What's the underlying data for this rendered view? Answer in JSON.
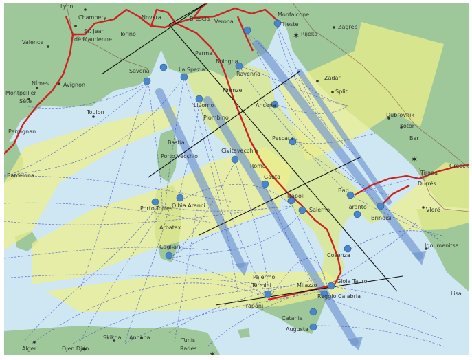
{
  "map": {
    "colors": {
      "sea": "#cfe6f3",
      "land": "#9fc89a",
      "italy_land": "#d8e8a0",
      "yellow_overlay": "#eef08a",
      "route_lines": "#3a46c8",
      "corridor_arrows": "#6f95cf",
      "border_red": "#cc2222",
      "port_marker": "#4a86c8",
      "axis_lines": "#111111"
    },
    "labels": [
      {
        "id": "lyon",
        "text": "Lyon"
      },
      {
        "id": "chambery",
        "text": "Chambery"
      },
      {
        "id": "st-jean",
        "text": "St. Jean"
      },
      {
        "id": "de-maurienne",
        "text": "de Maurienne"
      },
      {
        "id": "valence",
        "text": "Valence"
      },
      {
        "id": "novara",
        "text": "Novara"
      },
      {
        "id": "brescia",
        "text": "Brescia"
      },
      {
        "id": "verona",
        "text": "Verona"
      },
      {
        "id": "monfalcone",
        "text": "Monfalcone"
      },
      {
        "id": "trieste",
        "text": "Trieste"
      },
      {
        "id": "rijeka",
        "text": "Rijeka"
      },
      {
        "id": "zagreb",
        "text": "Zagreb"
      },
      {
        "id": "torino",
        "text": "Torino"
      },
      {
        "id": "parma",
        "text": "Parma"
      },
      {
        "id": "bologna",
        "text": "Bologna"
      },
      {
        "id": "ravenna",
        "text": "Ravenna"
      },
      {
        "id": "savona",
        "text": "Savona"
      },
      {
        "id": "la-spezia",
        "text": "La Spezia"
      },
      {
        "id": "avignon",
        "text": "Avignon"
      },
      {
        "id": "nimes",
        "text": "Nîmes"
      },
      {
        "id": "montpellier",
        "text": "Montpellier"
      },
      {
        "id": "sete",
        "text": "Sète"
      },
      {
        "id": "toulon",
        "text": "Toulon"
      },
      {
        "id": "livorno",
        "text": "Livorno"
      },
      {
        "id": "firenze",
        "text": "Firenze"
      },
      {
        "id": "ancona",
        "text": "Ancona"
      },
      {
        "id": "piombino",
        "text": "Piombino"
      },
      {
        "id": "zadar",
        "text": "Zadar"
      },
      {
        "id": "split",
        "text": "Split"
      },
      {
        "id": "perpignan",
        "text": "Perpignan"
      },
      {
        "id": "bastia",
        "text": "Bastia"
      },
      {
        "id": "porto-vecchio",
        "text": "Porto Vecchio"
      },
      {
        "id": "civitavecchia",
        "text": "Civitavecchia"
      },
      {
        "id": "pescara",
        "text": "Pescara"
      },
      {
        "id": "dubrovnik",
        "text": "Dubrovnik"
      },
      {
        "id": "kotor",
        "text": "Kotor"
      },
      {
        "id": "bar",
        "text": "Bar"
      },
      {
        "id": "barcelona",
        "text": "Barcelona"
      },
      {
        "id": "roma",
        "text": "Roma"
      },
      {
        "id": "gaeta",
        "text": "Gaeta"
      },
      {
        "id": "bari",
        "text": "Bari"
      },
      {
        "id": "tirana",
        "text": "Tirana"
      },
      {
        "id": "durres",
        "text": "Durrës"
      },
      {
        "id": "napoli",
        "text": "Napoli"
      },
      {
        "id": "salerno",
        "text": "Salerno"
      },
      {
        "id": "taranto",
        "text": "Taranto"
      },
      {
        "id": "brindisi",
        "text": "Brindisi"
      },
      {
        "id": "porto-torres",
        "text": "Porto Torres"
      },
      {
        "id": "olbia",
        "text": "Olbia Aranci"
      },
      {
        "id": "arbatax",
        "text": "Arbatax"
      },
      {
        "id": "vlore",
        "text": "Vlorë"
      },
      {
        "id": "cagliari",
        "text": "Cagliari"
      },
      {
        "id": "igoumenitsa",
        "text": "Igoumenitsa"
      },
      {
        "id": "cosenza",
        "text": "Cosenza"
      },
      {
        "id": "palermo",
        "text": "Palermo"
      },
      {
        "id": "termini",
        "text": "Termini"
      },
      {
        "id": "milazzo",
        "text": "Milazzo"
      },
      {
        "id": "gioia-tauro",
        "text": "Gioia Tauro"
      },
      {
        "id": "reggio",
        "text": "Reggio Calabria"
      },
      {
        "id": "trapani",
        "text": "Trapani"
      },
      {
        "id": "catania",
        "text": "Catania"
      },
      {
        "id": "augusta",
        "text": "Augusta"
      },
      {
        "id": "alger",
        "text": "Alger"
      },
      {
        "id": "djen-djen",
        "text": "Djen Djen"
      },
      {
        "id": "skikda",
        "text": "Skikda"
      },
      {
        "id": "annaba",
        "text": "Annaba"
      },
      {
        "id": "tunis",
        "text": "Tunis"
      },
      {
        "id": "rades",
        "text": "Radès"
      },
      {
        "id": "greece",
        "text": "Greec"
      },
      {
        "id": "lisa",
        "text": "Lisa"
      }
    ]
  }
}
